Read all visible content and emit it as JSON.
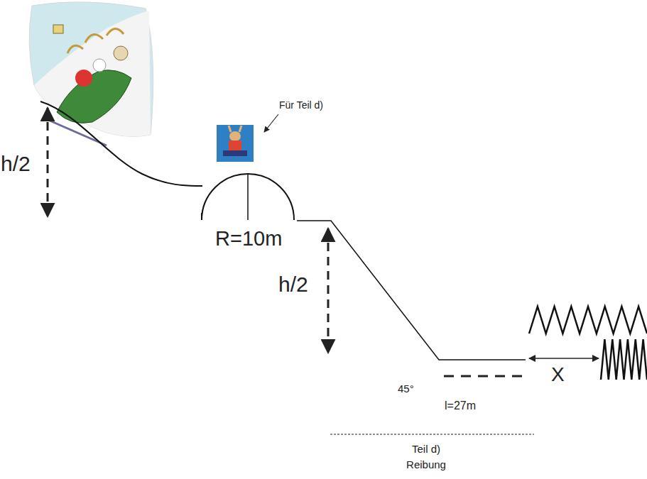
{
  "diagram": {
    "labels": [
      "h/2",
      "Für Teil d)",
      "R=10m",
      "h/2",
      "45°",
      "X",
      "l=27m",
      "Teil d) Reibung"
    ]
  }
}
